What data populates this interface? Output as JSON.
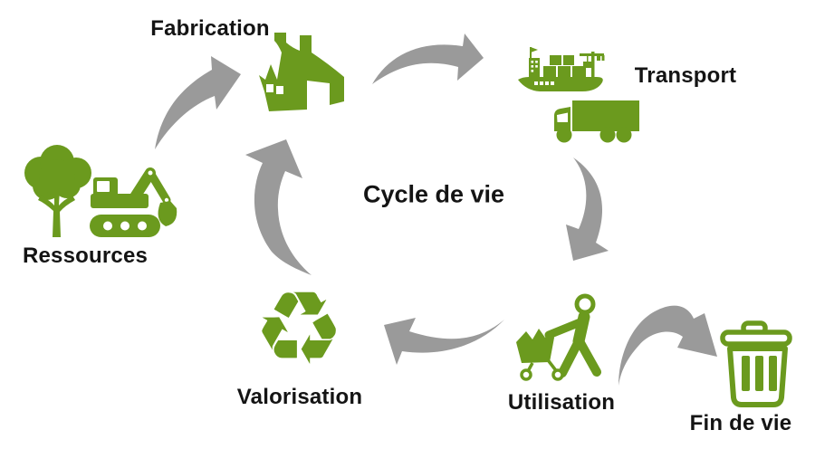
{
  "title": "Cycle de vie",
  "colors": {
    "icon_green": "#6B9A1E",
    "arrow_gray": "#9A9A9A",
    "text": "#141414",
    "background": "#FFFFFF"
  },
  "nodes": [
    {
      "id": "ressources",
      "label": "Ressources",
      "icon": "tree-and-excavator-icon"
    },
    {
      "id": "fabrication",
      "label": "Fabrication",
      "icon": "factory-icon"
    },
    {
      "id": "transport",
      "label": "Transport",
      "icon": "cargo-ship-and-truck-icon"
    },
    {
      "id": "utilisation",
      "label": "Utilisation",
      "icon": "person-with-cart-icon"
    },
    {
      "id": "valorisation",
      "label": "Valorisation",
      "icon": "recycle-icon"
    },
    {
      "id": "fin_de_vie",
      "label": "Fin de vie",
      "icon": "trash-bin-icon"
    }
  ],
  "edges": [
    {
      "from": "Ressources",
      "to": "Fabrication"
    },
    {
      "from": "Fabrication",
      "to": "Transport"
    },
    {
      "from": "Transport",
      "to": "Utilisation"
    },
    {
      "from": "Utilisation",
      "to": "Fin de vie"
    },
    {
      "from": "Utilisation",
      "to": "Valorisation"
    },
    {
      "from": "Valorisation",
      "to": "Fabrication"
    }
  ],
  "icons": {
    "recycle_glyph": "♻"
  }
}
